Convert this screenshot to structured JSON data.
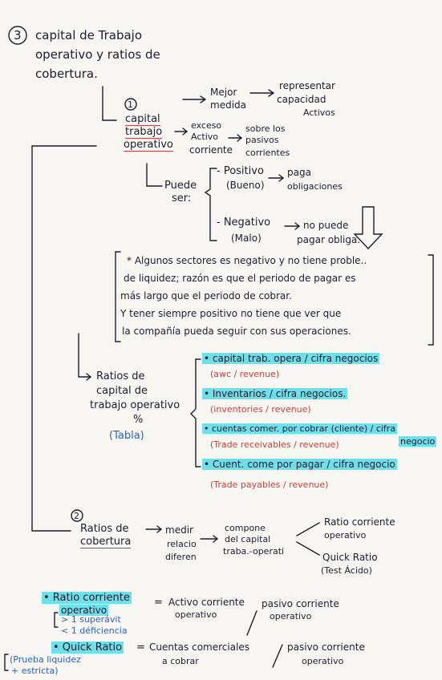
{
  "section": {
    "number": "3",
    "title_line1": "capital de Trabajo",
    "title_line2": "operativo y ratios de",
    "title_line3": "cobertura."
  },
  "part1": {
    "number": "1",
    "term_line1": "capital",
    "term_line2": "trabajo",
    "term_line3": "operativo",
    "top_a": "Mejor",
    "top_b": "medida",
    "top_c": "representar",
    "top_d": "capacidad",
    "top_e": "Activos",
    "mid_a": "exceso",
    "mid_b": "Activo",
    "mid_c": "corriente",
    "mid_d": "sobre los",
    "mid_e": "pasivos",
    "mid_f": "corrientes",
    "puede_1": "Puede",
    "puede_2": "ser:",
    "pos_a": "- Positivo",
    "pos_b": "(Bueno)",
    "pos_c": "paga",
    "pos_d": "obligaciones",
    "neg_a": "- Negativo",
    "neg_b": "(Malo)",
    "neg_c": "no puede",
    "neg_d": "pagar obliga."
  },
  "note": {
    "line1": "* Algunos sectores es negativo y no tiene proble..",
    "line2": "de liquidez; razón es que el periodo de pagar es",
    "line3": "más largo que el periodo de cobrar.",
    "line4": "Y tener siempre positivo no tiene que ver que",
    "line5": "la compañía pueda seguir con sus operaciones."
  },
  "ratios_ctop": {
    "label_1": "Ratios de",
    "label_2": "capital de",
    "label_3": "trabajo operativo",
    "label_4": "%",
    "label_5": "(Tabla)",
    "items": [
      {
        "text": "• capital trab. opera / cifra negocios",
        "sub": "(awc / revenue)"
      },
      {
        "text": "• Inventarios / cifra negocios.",
        "sub": "(inventories / revenue)"
      },
      {
        "text": "• cuentas comer. por cobrar (cliente) / cifra",
        "extra": "negocio",
        "sub": "(Trade receivables / revenue)"
      },
      {
        "text": "• Cuent. come por pagar / cifra negocio",
        "sub": "(Trade payables / revenue)"
      }
    ]
  },
  "part2": {
    "number": "2",
    "label_1": "Ratios de",
    "label_2": "cobertura",
    "m_a": "medir",
    "m_b": "relacio",
    "m_c": "diferen",
    "c_a": "compone",
    "c_b": "del capital",
    "c_c": "traba.-operati",
    "r1_a": "Ratio corriente",
    "r1_b": "operativo",
    "r2_a": "Quick Ratio",
    "r2_b": "(Test Ácido)"
  },
  "formulas": {
    "f1_label_1": "• Ratio corriente",
    "f1_label_2": "operativo",
    "f1_eq": "=",
    "f1_num_1": "Activo corriente",
    "f1_num_2": "operativo",
    "f1_den_1": "pasivo corriente",
    "f1_den_2": "operativo",
    "f1_note_1": "> 1 superávit",
    "f1_note_2": "< 1 déficiencia",
    "f2_label": "• Quick Ratio",
    "f2_eq": "=",
    "f2_num_1": "Cuentas comerciales",
    "f2_num_2": "a cobrar",
    "f2_den_1": "pasivo corriente",
    "f2_den_2": "operativo",
    "f2_note_1": "(Prueba liquidez",
    "f2_note_2": "+ estricta)"
  },
  "colors": {
    "ink": "#1d1d2e",
    "red": "#c2413c",
    "highlight": "#6fe0ea",
    "blue": "#2d5fb8"
  }
}
